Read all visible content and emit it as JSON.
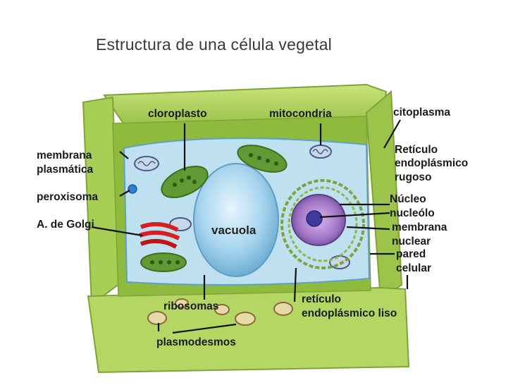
{
  "title": "Estructura de una célula vegetal",
  "labels": {
    "cloroplasto": "cloroplasto",
    "mitocondria": "mitocondria",
    "citoplasma": "citoplasma",
    "membrana_plasmatica_1": "membrana",
    "membrana_plasmatica_2": "plasmática",
    "reticulo_rugoso_1": "Retículo",
    "reticulo_rugoso_2": "endoplásmico",
    "reticulo_rugoso_3": "rugoso",
    "peroxisoma": "peroxisoma",
    "nucleo": "Núcleo",
    "nucleolo": "nucleólo",
    "a_de_golgi": "A. de Golgi",
    "vacuola": "vacuola",
    "membrana_nuclear_1": "membrana",
    "membrana_nuclear_2": "nuclear",
    "pared_celular_1": "pared",
    "pared_celular_2": "celular",
    "ribosomas": "ribosomas",
    "reticulo_liso_1": "retículo",
    "reticulo_liso_2": "endoplásmico liso",
    "plasmodesmos": "plasmodesmos"
  },
  "colors": {
    "cell_wall": "#b5d65a",
    "cytoplasm": "#bfe0ee",
    "vacuole": "#9fd0ea",
    "nucleus": "#a97fc7",
    "chloroplast": "#5f9a35",
    "golgi": "#d81f1f"
  }
}
